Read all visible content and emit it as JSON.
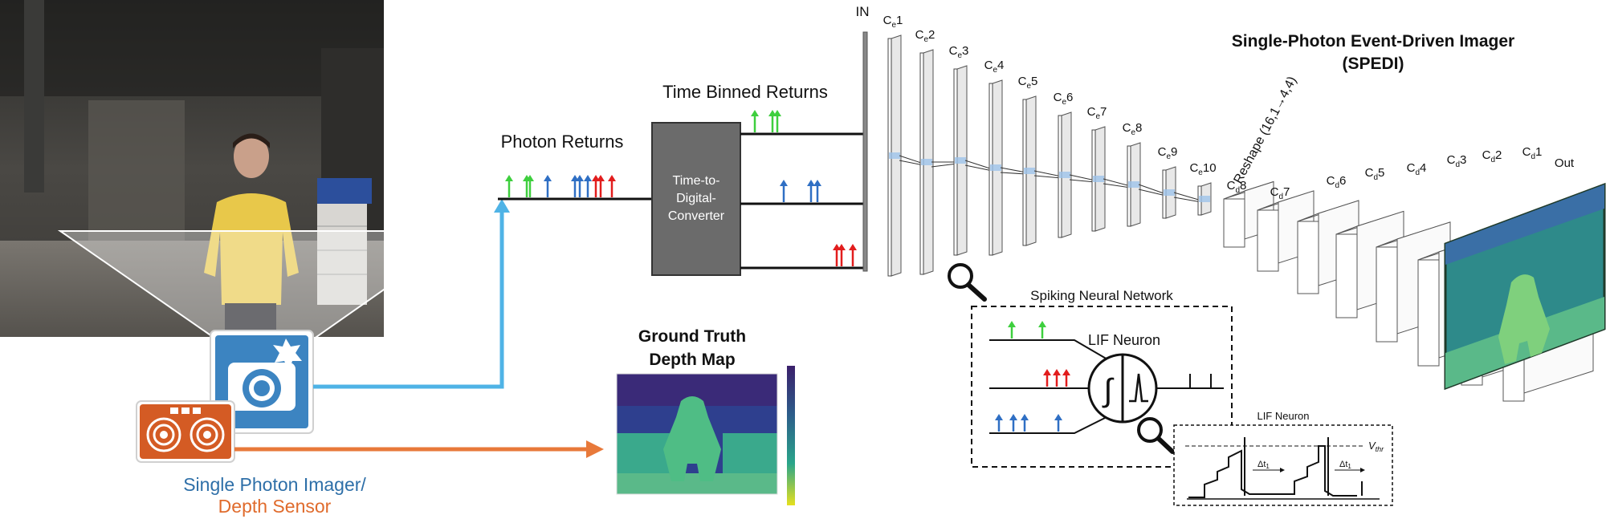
{
  "camera": {
    "caption_line1": "Single Photon Imager/",
    "caption_line2": "Depth Sensor",
    "color_blue": "#2e6fa8",
    "color_orange": "#e06b2c"
  },
  "photon_returns": {
    "label": "Photon Returns"
  },
  "tdc": {
    "line1": "Time-to-",
    "line2": "Digital-",
    "line3": "Converter"
  },
  "time_binned": {
    "label": "Time Binned Returns"
  },
  "ground_truth": {
    "line1": "Ground Truth",
    "line2": "Depth Map"
  },
  "encoder": {
    "in_label": "IN",
    "layers": [
      {
        "base": "C",
        "sub": "e",
        "num": "1"
      },
      {
        "base": "C",
        "sub": "e",
        "num": "2"
      },
      {
        "base": "C",
        "sub": "e",
        "num": "3"
      },
      {
        "base": "C",
        "sub": "e",
        "num": "4"
      },
      {
        "base": "C",
        "sub": "e",
        "num": "5"
      },
      {
        "base": "C",
        "sub": "e",
        "num": "6"
      },
      {
        "base": "C",
        "sub": "e",
        "num": "7"
      },
      {
        "base": "C",
        "sub": "e",
        "num": "8"
      },
      {
        "base": "C",
        "sub": "e",
        "num": "9"
      },
      {
        "base": "C",
        "sub": "e",
        "num": "10"
      }
    ]
  },
  "reshape": {
    "label": "Reshape (16,1→4,4)"
  },
  "decoder": {
    "layers": [
      {
        "base": "C",
        "sub": "d",
        "num": "8"
      },
      {
        "base": "C",
        "sub": "d",
        "num": "7"
      },
      {
        "base": "C",
        "sub": "d",
        "num": "6"
      },
      {
        "base": "C",
        "sub": "d",
        "num": "5"
      },
      {
        "base": "C",
        "sub": "d",
        "num": "4"
      },
      {
        "base": "C",
        "sub": "d",
        "num": "3"
      },
      {
        "base": "C",
        "sub": "d",
        "num": "2"
      },
      {
        "base": "C",
        "sub": "d",
        "num": "1"
      }
    ],
    "out_label": "Out"
  },
  "spedi": {
    "line1": "Single-Photon Event-Driven Imager",
    "line2": "(SPEDI)"
  },
  "snn": {
    "title": "Spiking Neural Network",
    "neuron_label": "LIF Neuron"
  },
  "lif_detail": {
    "title": "LIF Neuron",
    "threshold": "V",
    "threshold_sub": "thr",
    "delta1": "Δt",
    "delta1_sub": "1",
    "delta2": "Δt",
    "delta2_sub": "1"
  },
  "colors": {
    "green": "#3ecf3e",
    "blue": "#2f6fc4",
    "red": "#e21d1d",
    "cyan_arrow": "#4fb3e6",
    "orange_arrow": "#e8793a",
    "tdc_fill": "#6b6b6b"
  }
}
